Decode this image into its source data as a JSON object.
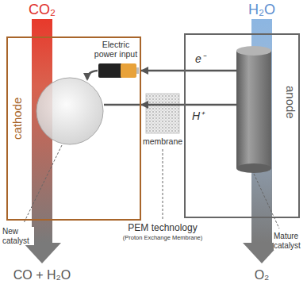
{
  "diagram": {
    "nodes": [
      {
        "text": [
          "cathode"
        ]
      },
      {
        "text": [
          "anode"
        ]
      }
    ],
    "edges": [
      {
        "from": 1,
        "to": 0,
        "arrow": "to",
        "label": "e⁻"
      },
      {
        "from": 1,
        "to": 0,
        "arrow": "to",
        "label": "H⁺"
      }
    ],
    "labels": [
      "CO₂",
      "H₂O",
      "Electric power input",
      "membrane",
      "New catalyst",
      "PEM technology",
      "(Proton Exchange Membrane)",
      "Mature catalyst",
      "CO + H₂O",
      "O₂"
    ]
  }
}
